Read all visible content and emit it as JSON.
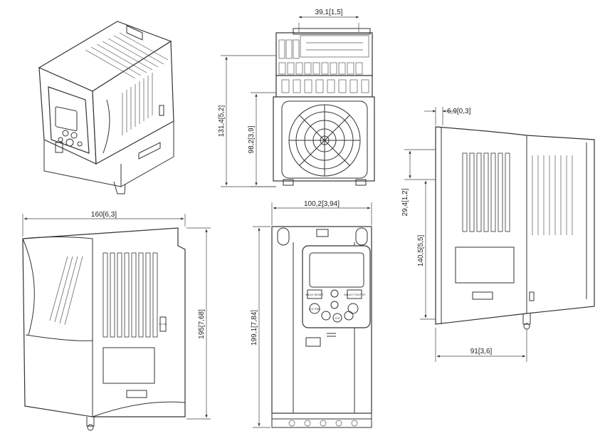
{
  "dimensions": {
    "top_connector_width": "39,1[1,5]",
    "top_height": "131,4[5,2]",
    "top_fan_height": "98,2[3,9]",
    "side_offset": "6,9[0,3]",
    "side_upper": "29,4[1,2]",
    "side_mid": "140,5[5,5]",
    "side_depth": "91[3,6]",
    "left_width": "160[6,3]",
    "left_height": "195[7,68]",
    "front_width": "100,2[3,94]",
    "front_height": "199,1[7,84]"
  },
  "keypad": {
    "key_left_top": "BACK RESET",
    "key_right_top": "SELECT ENTER",
    "key_loc": "LOC REM",
    "key_jog": "JOG"
  },
  "side_label": "ON OFF"
}
